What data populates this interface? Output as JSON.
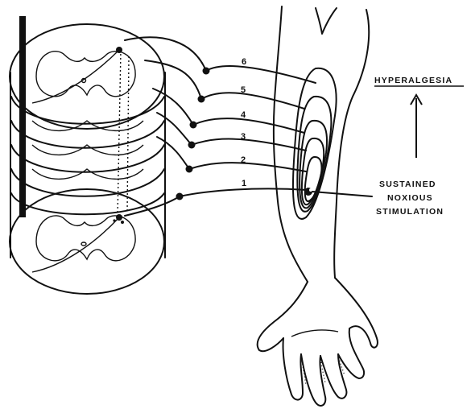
{
  "labels": {
    "hyperalgesia": "HYPERALGESIA",
    "stimulus_line1": "SUSTAINED",
    "stimulus_line2": "NOXIOUS",
    "stimulus_line3": "STIMULATION"
  },
  "segments": [
    "1",
    "2",
    "3",
    "4",
    "5",
    "6"
  ],
  "colors": {
    "ink": "#111111",
    "background": "#ffffff"
  }
}
